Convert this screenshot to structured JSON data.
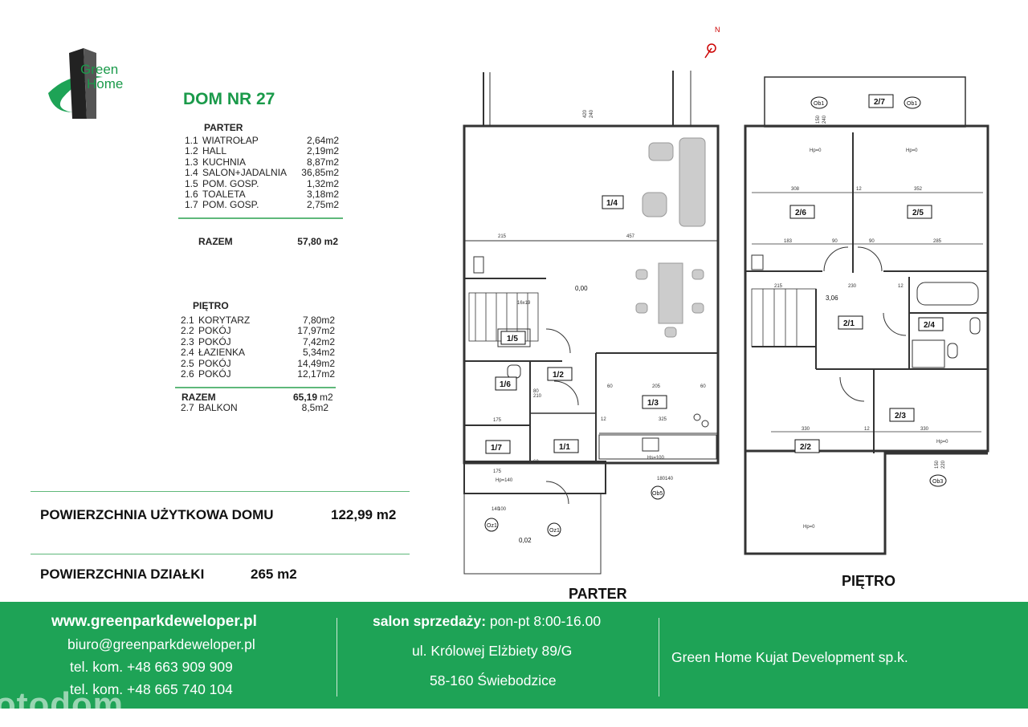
{
  "logo": {
    "line1": "Green",
    "line2": "Home"
  },
  "house_title": "DOM NR 27",
  "parter": {
    "heading": "PARTER",
    "rooms": [
      {
        "no": "1.1",
        "name": "WIATROŁAP",
        "area": "2,64m2"
      },
      {
        "no": "1.2",
        "name": "HALL",
        "area": "2,19m2"
      },
      {
        "no": "1.3",
        "name": "KUCHNIA",
        "area": "8,87m2"
      },
      {
        "no": "1.4",
        "name": "SALON+JADALNIA",
        "area": "36,85m2"
      },
      {
        "no": "1.5",
        "name": "POM. GOSP.",
        "area": "1,32m2"
      },
      {
        "no": "1.6",
        "name": "TOALETA",
        "area": "3,18m2"
      },
      {
        "no": "1.7",
        "name": "POM. GOSP.",
        "area": "2,75m2"
      }
    ],
    "total_label": "RAZEM",
    "total_value": "57,80 m2"
  },
  "pietro": {
    "heading": "PIĘTRO",
    "rooms": [
      {
        "no": "2.1",
        "name": "KORYTARZ",
        "area": "7,80m2"
      },
      {
        "no": "2.2",
        "name": "POKÓJ",
        "area": "17,97m2"
      },
      {
        "no": "2.3",
        "name": "POKÓJ",
        "area": "7,42m2"
      },
      {
        "no": "2.4",
        "name": "ŁAZIENKA",
        "area": "5,34m2"
      },
      {
        "no": "2.5",
        "name": "POKÓJ",
        "area": "14,49m2"
      },
      {
        "no": "2.6",
        "name": "POKÓJ",
        "area": "12,17m2"
      }
    ],
    "total_label": "RAZEM",
    "total_value": "65,19",
    "total_unit": "m2",
    "balcony_no": "2.7",
    "balcony_name": "BALKON",
    "balcony_area": "8,5m2"
  },
  "summary": {
    "usable_label": "POWIERZCHNIA UŻYTKOWA DOMU",
    "usable_value": "122,99 m2",
    "plot_label": "POWIERZCHNIA DZIAŁKI",
    "plot_value": "265 m2"
  },
  "plans": {
    "ground_label": "PARTER",
    "upper_label": "PIĘTRO",
    "north": "N",
    "ground_rooms": [
      "1/4",
      "1/5",
      "1/6",
      "1/2",
      "1/3",
      "1/7",
      "1/1"
    ],
    "upper_rooms": [
      "2/7",
      "2/6",
      "2/5",
      "2/1",
      "2/4",
      "2/3",
      "2/2"
    ],
    "ground_levels": [
      "0,00",
      "0,02"
    ],
    "upper_level": "3,06",
    "ground_tags": [
      "Ob5",
      "Oz1",
      "Oz1"
    ],
    "upper_tags": [
      "Ob1",
      "Ob1",
      "Ob3"
    ],
    "dims_ground": [
      "420",
      "240",
      "215",
      "457",
      "205",
      "325",
      "175",
      "175",
      "80",
      "210",
      "60",
      "60",
      "12",
      "140",
      "100",
      "180",
      "140",
      "60"
    ],
    "dims_upper": [
      "308",
      "12",
      "352",
      "183",
      "90",
      "90",
      "285",
      "215",
      "230",
      "12",
      "330",
      "12",
      "330",
      "150",
      "240",
      "150",
      "220"
    ],
    "small_notes": [
      "Hp=0",
      "Hp=140",
      "Hs=100",
      "16x19"
    ]
  },
  "footer": {
    "website": "www.greenparkdeweloper.pl",
    "email": "biuro@greenparkdeweloper.pl",
    "phone1": "tel. kom. +48 663 909 909",
    "phone2": "tel. kom. +48 665 740 104",
    "sales_label": "salon sprzedaży:",
    "sales_hours": "pon-pt 8:00-16.00",
    "address1": "ul. Królowej Elżbiety 89/G",
    "address2": "58-160 Świebodzice",
    "company": "Green Home Kujat Development sp.k."
  },
  "watermark": "otodom",
  "colors": {
    "brand_green": "#1ea356",
    "title_green": "#1a9a4a",
    "rule_green": "#5fb87a"
  }
}
